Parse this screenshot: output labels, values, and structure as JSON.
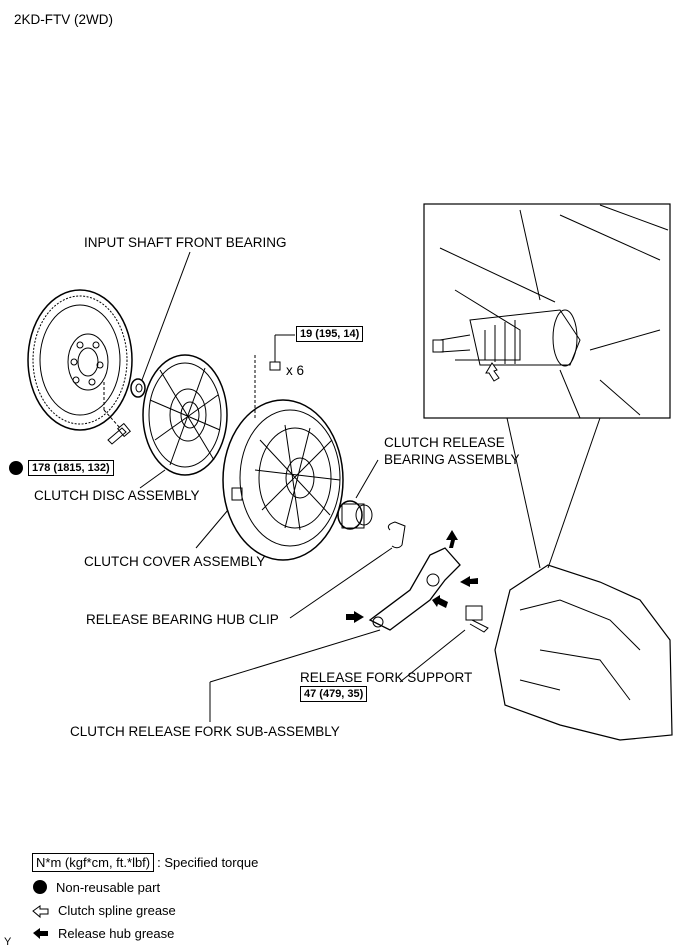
{
  "header": {
    "engine_code": "2KD-FTV (2WD)"
  },
  "labels": {
    "input_shaft_front_bearing": "INPUT SHAFT FRONT BEARING",
    "clutch_disc_assembly": "CLUTCH DISC ASSEMBLY",
    "clutch_cover_assembly": "CLUTCH COVER ASSEMBLY",
    "clutch_release_bearing_line1": "CLUTCH RELEASE",
    "clutch_release_bearing_line2": "BEARING ASSEMBLY",
    "release_bearing_hub_clip": "RELEASE BEARING HUB CLIP",
    "release_fork_support": "RELEASE FORK SUPPORT",
    "clutch_release_fork_sub_assembly": "CLUTCH RELEASE FORK SUB-ASSEMBLY",
    "bolt_quantity": "x 6"
  },
  "torques": {
    "cover_bolts": "19 (195, 14)",
    "flywheel_bolts": "178 (1815, 132)",
    "fork_support": "47 (479, 35)"
  },
  "legend": {
    "torque_box": "N*m (kgf*cm, ft.*lbf)",
    "torque_text": ": Specified torque",
    "non_reusable": "Non-reusable part",
    "spline_grease": "Clutch spline grease",
    "hub_grease": "Release hub grease"
  },
  "footer": {
    "code": "Y"
  }
}
